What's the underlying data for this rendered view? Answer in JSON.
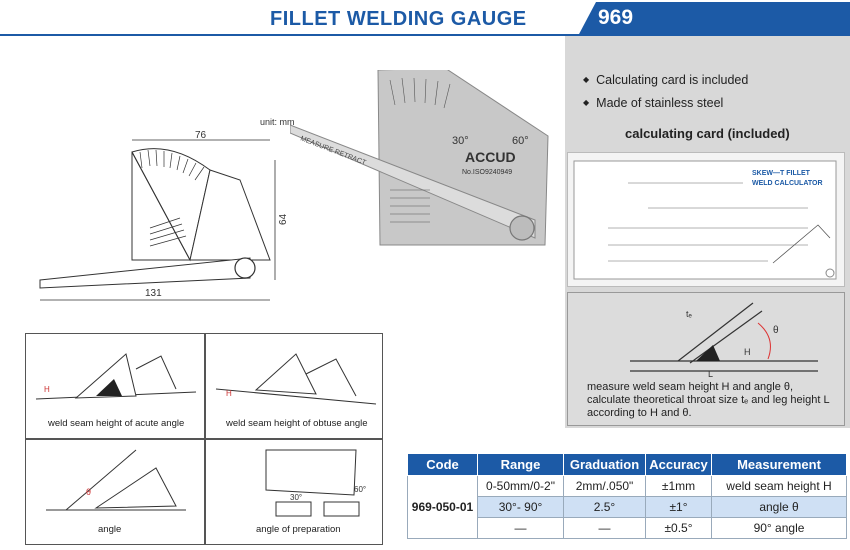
{
  "header": {
    "title": "FILLET WELDING GAUGE",
    "model": "969"
  },
  "features": [
    "Calculating card is included",
    "Made of stainless steel"
  ],
  "card_title": "calculating card (included)",
  "card_texts": {
    "brand": "SKEW—T FILLET",
    "name": "WELD CALCULATOR"
  },
  "drawing": {
    "unit": "unit: mm",
    "dim_width": "76",
    "dim_height": "64",
    "dim_length": "131"
  },
  "photo": {
    "brand": "ACCUD",
    "code": "No.ISO9240949",
    "ang30": "30°",
    "ang60": "60°",
    "scale_text": "MEASURE RETRACT"
  },
  "sketch": {
    "label_t": "tₑ",
    "label_L": "L",
    "label_H": "H",
    "label_theta": "θ"
  },
  "caption": {
    "line1": "measure weld seam height H and angle θ,",
    "line2": "calculate theoretical throat size tₑ and leg height L",
    "line3": "according to H and θ."
  },
  "usage": [
    {
      "label": "weld seam height of acute angle",
      "mark": "H"
    },
    {
      "label": "weld seam height of obtuse angle",
      "mark": "H"
    },
    {
      "label": "angle",
      "mark": "θ"
    },
    {
      "label": "angle of preparation",
      "mark30": "30°",
      "mark60": "60°"
    }
  ],
  "table": {
    "headers": [
      "Code",
      "Range",
      "Graduation",
      "Accuracy",
      "Measurement"
    ],
    "code": "969-050-01",
    "rows": [
      [
        "0-50mm/0-2\"",
        "2mm/.050\"",
        "±1mm",
        "weld seam height  H"
      ],
      [
        "30°- 90°",
        "2.5°",
        "±1°",
        "angle θ"
      ],
      [
        "—",
        "—",
        "±0.5°",
        "90° angle"
      ]
    ]
  }
}
